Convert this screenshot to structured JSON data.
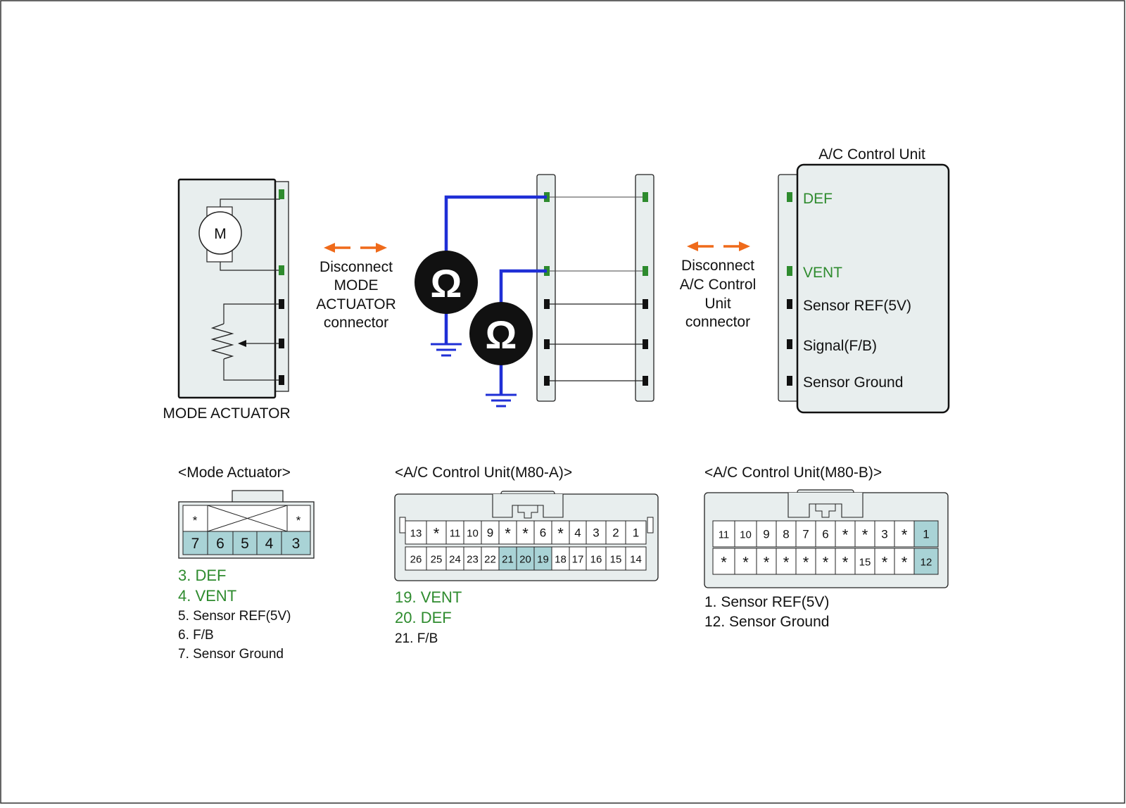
{
  "actuator": {
    "motor_symbol": "M",
    "label": "MODE ACTUATOR"
  },
  "disconnect_left": {
    "lines": [
      "Disconnect",
      "MODE",
      "ACTUATOR",
      "connector"
    ]
  },
  "disconnect_right": {
    "lines": [
      "Disconnect",
      "A/C Control",
      "Unit",
      "connector"
    ]
  },
  "ohmmeter_symbol": "Ω",
  "ac_unit": {
    "title": "A/C Control Unit",
    "pins": [
      {
        "label": "DEF",
        "color": "#2e8b2e"
      },
      {
        "label": "VENT",
        "color": "#2e8b2e"
      },
      {
        "label": "Sensor REF(5V)",
        "color": "#111111"
      },
      {
        "label": "Signal(F/B)",
        "color": "#111111"
      },
      {
        "label": "Sensor Ground",
        "color": "#111111"
      }
    ]
  },
  "mode_connector": {
    "title": "<Mode Actuator>",
    "top_row": [
      "*",
      "*"
    ],
    "bottom_row": [
      "7",
      "6",
      "5",
      "4",
      "3"
    ],
    "legend": [
      {
        "text": "3. DEF",
        "color": "#2e8b2e"
      },
      {
        "text": "4. VENT",
        "color": "#2e8b2e"
      },
      {
        "text": "5. Sensor REF(5V)",
        "color": "#111111"
      },
      {
        "text": "6. F/B",
        "color": "#111111"
      },
      {
        "text": "7. Sensor Ground",
        "color": "#111111"
      }
    ]
  },
  "m80a_connector": {
    "title": "<A/C Control Unit(M80-A)>",
    "top_row": [
      "13",
      "*",
      "11",
      "10",
      "9",
      "*",
      "*",
      "6",
      "*",
      "4",
      "3",
      "2",
      "1"
    ],
    "bottom_row": [
      "26",
      "25",
      "24",
      "23",
      "22",
      "21",
      "20",
      "19",
      "18",
      "17",
      "16",
      "15",
      "14"
    ],
    "highlight": [
      "21",
      "20",
      "19"
    ],
    "legend": [
      {
        "text": "19. VENT",
        "color": "#2e8b2e"
      },
      {
        "text": "20. DEF",
        "color": "#2e8b2e"
      },
      {
        "text": "21. F/B",
        "color": "#111111"
      }
    ]
  },
  "m80b_connector": {
    "title": "<A/C Control Unit(M80-B)>",
    "top_row": [
      "11",
      "10",
      "9",
      "8",
      "7",
      "6",
      "*",
      "*",
      "3",
      "*",
      "1"
    ],
    "bottom_row": [
      "*",
      "*",
      "*",
      "*",
      "*",
      "*",
      "*",
      "15",
      "*",
      "*",
      "12"
    ],
    "highlight": [
      "1",
      "12"
    ],
    "legend": [
      {
        "text": "1. Sensor REF(5V)",
        "color": "#111111"
      },
      {
        "text": "12. Sensor Ground",
        "color": "#111111"
      }
    ]
  },
  "colors": {
    "wire_blue": "#1f2fd6",
    "arrow_orange": "#ef6a1a",
    "pin_green": "#2e8b2e",
    "connector_fill": "#e8eeee",
    "highlight_cell": "#a9d3d6"
  }
}
